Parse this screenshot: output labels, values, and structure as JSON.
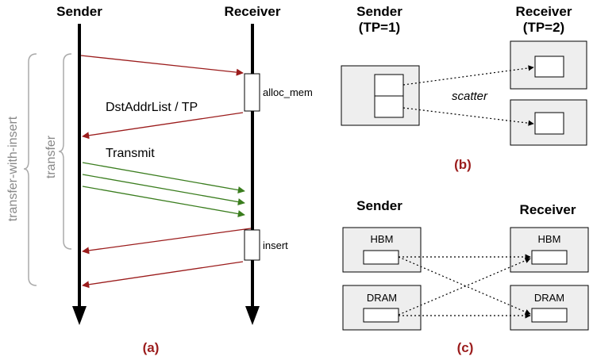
{
  "colors": {
    "red_arrow": "#9b1c1c",
    "green_arrow": "#3a7d1e",
    "caption": "#9b1c1c",
    "brace": "#aaaaaa",
    "box_fill": "#eeeeee"
  },
  "panel_a": {
    "sender_label": "Sender",
    "receiver_label": "Receiver",
    "alloc_label": "alloc_mem",
    "dst_label": "DstAddrList / TP",
    "transmit_label": "Transmit",
    "insert_label": "insert",
    "brace_outer_label": "transfer-with-insert",
    "brace_inner_label": "transfer",
    "caption": "(a)"
  },
  "panel_b": {
    "sender_label": "Sender",
    "sender_tp": "(TP=1)",
    "receiver_label": "Receiver",
    "receiver_tp": "(TP=2)",
    "scatter_label": "scatter",
    "caption": "(b)"
  },
  "panel_c": {
    "sender_label": "Sender",
    "receiver_label": "Receiver",
    "sender_hbm": "HBM",
    "sender_dram": "DRAM",
    "receiver_hbm": "HBM",
    "receiver_dram": "DRAM",
    "caption": "(c)"
  }
}
